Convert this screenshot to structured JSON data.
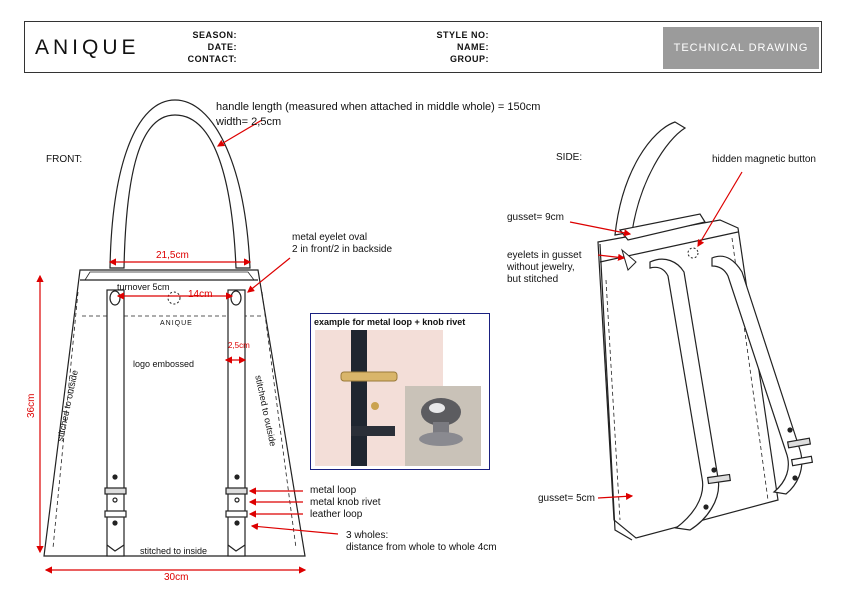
{
  "header": {
    "brand": "ANIQUE",
    "season_label": "SEASON:",
    "date_label": "DATE:",
    "contact_label": "CONTACT:",
    "style_label": "STYLE NO:",
    "name_label": "NAME:",
    "group_label": "GROUP:",
    "season_value": "",
    "date_value": "",
    "contact_value": "",
    "style_value": "",
    "name_value": "",
    "group_value": "",
    "title_box": "TECHNICAL DRAWING"
  },
  "front": {
    "view_label": "FRONT:",
    "handle_note": "handle length (measured when attached in middle whole) = 150cm",
    "width_note": "width= 2,5cm",
    "top_width": "21,5cm",
    "turnover": "turnover 5cm",
    "inner_width": "14cm",
    "strap_width": "2,5cm",
    "logo_small": "ANIQUE",
    "logo_embossed": "logo embossed",
    "stitched_left": "stitched to outside",
    "stitched_right": "stitched to outside",
    "height": "36cm",
    "bottom_width": "30cm",
    "stitched_inside": "stitched to inside",
    "eyelet_note_1": "metal eyelet oval",
    "eyelet_note_2": "2 in front/2 in backside",
    "metal_loop": "metal loop",
    "metal_knob": "metal knob rivet",
    "leather_loop": "leather loop",
    "wholes_1": "3 wholes:",
    "wholes_2": "distance from whole to whole 4cm"
  },
  "photo": {
    "title": "example for metal loop + knob rivet"
  },
  "side": {
    "view_label": "SIDE:",
    "magnetic_button": "hidden magnetic button",
    "gusset_top": "gusset= 9cm",
    "eyelets_1": "eyelets in gusset",
    "eyelets_2": "without jewelry,",
    "eyelets_3": "but stitched",
    "gusset_bottom": "gusset= 5cm"
  },
  "colors": {
    "annotation": "#d00000",
    "header_box": "#9b9b9b",
    "photo_border": "#1a2080"
  }
}
